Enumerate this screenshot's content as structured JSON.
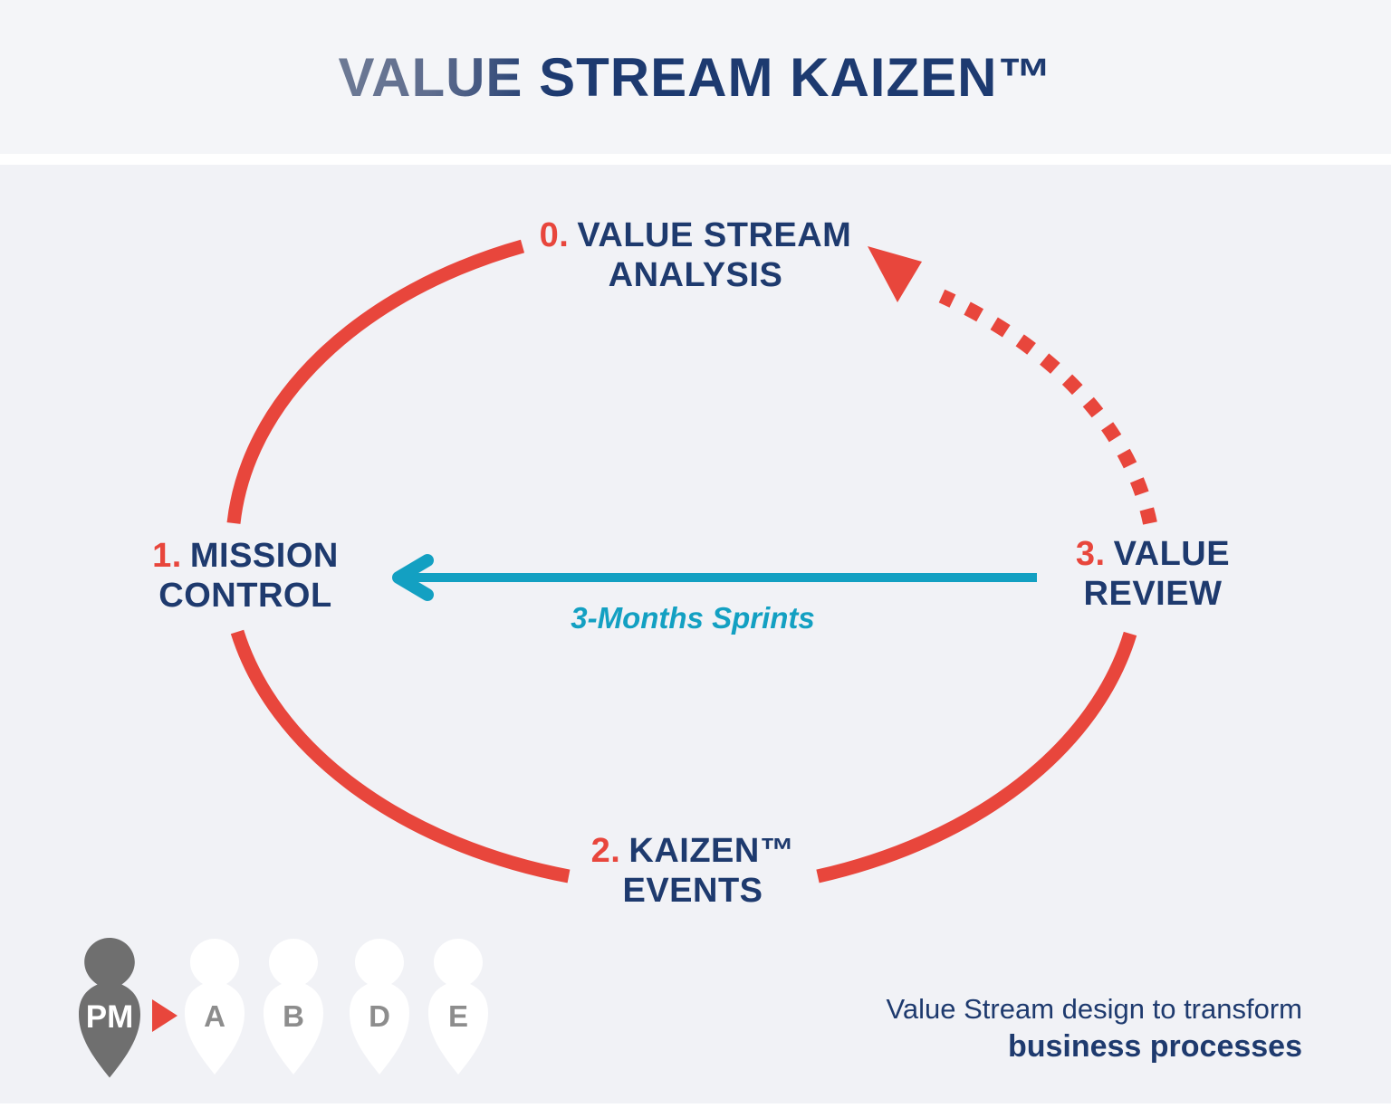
{
  "header": {
    "title": "VALUE STREAM KAIZEN™"
  },
  "cycle": {
    "stages": [
      {
        "number": "0.",
        "line1": "VALUE STREAM",
        "line2": "ANALYSIS"
      },
      {
        "number": "1.",
        "line1": "MISSION",
        "line2": "CONTROL"
      },
      {
        "number": "2.",
        "line1": "KAIZEN™",
        "line2": "EVENTS"
      },
      {
        "number": "3.",
        "line1": "VALUE",
        "line2": "REVIEW"
      }
    ],
    "sprint_arrow_label": "3-Months Sprints"
  },
  "team": {
    "lead_label": "PM",
    "member_labels": [
      "A",
      "B",
      "D",
      "E"
    ]
  },
  "footer": {
    "tagline_line1": "Value Stream design to transform",
    "tagline_line2": "business processes"
  },
  "colors": {
    "navy": "#1e3a6e",
    "red": "#e8463c",
    "teal": "#13a0c2",
    "pm_gray": "#6f6f6f",
    "member_letter_gray": "#8d8d8d",
    "background": "#f1f2f6"
  }
}
